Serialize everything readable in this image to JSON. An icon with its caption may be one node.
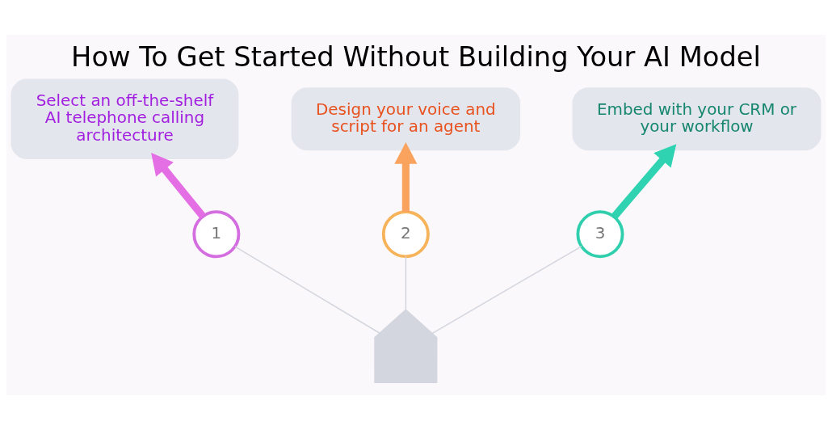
{
  "diagram": {
    "title": "How To Get Started Without Building Your AI Model",
    "nodes": [
      {
        "text": [
          "Select an off-the-shelf AI telephone calling architecture"
        ]
      },
      {
        "text": [
          "Design your voice and script for an agent"
        ]
      },
      {
        "text": [
          "Embed with your CRM or your workflow"
        ]
      },
      {
        "text": [
          "1"
        ]
      },
      {
        "text": [
          "2"
        ]
      },
      {
        "text": [
          "3"
        ]
      },
      {
        "text": [],
        "shape": "picture"
      }
    ],
    "edges": [
      {
        "from": 6,
        "to": 3,
        "arrow": "none",
        "color": "#d3d6de"
      },
      {
        "from": 6,
        "to": 4,
        "arrow": "none",
        "color": "#d3d6de"
      },
      {
        "from": 6,
        "to": 5,
        "arrow": "none",
        "color": "#d3d6de"
      },
      {
        "from": 3,
        "to": 0,
        "arrow": "to",
        "style": "thick",
        "color": "#e46fe4"
      },
      {
        "from": 4,
        "to": 1,
        "arrow": "to",
        "style": "thick",
        "color": "#f9a35f"
      },
      {
        "from": 5,
        "to": 2,
        "arrow": "to",
        "style": "thick",
        "color": "#2fd3b1"
      }
    ]
  }
}
